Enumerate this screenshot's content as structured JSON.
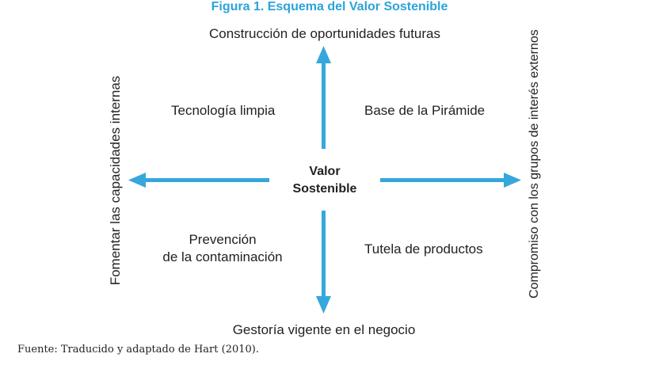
{
  "figure": {
    "title": "Figura 1. Esquema del Valor Sostenible",
    "source": "Fuente: Traducido y adaptado de Hart (2010)."
  },
  "diagram": {
    "center": {
      "line1": "Valor",
      "line2": "Sostenible"
    },
    "axes": {
      "top": "Construcción de oportunidades futuras",
      "bottom": "Gestoría vigente en el negocio",
      "left": "Fomentar las capacidades internas",
      "right": "Compromiso con los grupos de interés externos"
    },
    "quadrants": {
      "top_left": "Tecnología limpia",
      "top_right": "Base de la Pirámide",
      "bottom_left_line1": "Prevención",
      "bottom_left_line2": "de la contaminación",
      "bottom_right": "Tutela de productos"
    }
  },
  "colors": {
    "title": "#2aa4d8",
    "arrow": "#35a7dc",
    "text": "#222222"
  }
}
